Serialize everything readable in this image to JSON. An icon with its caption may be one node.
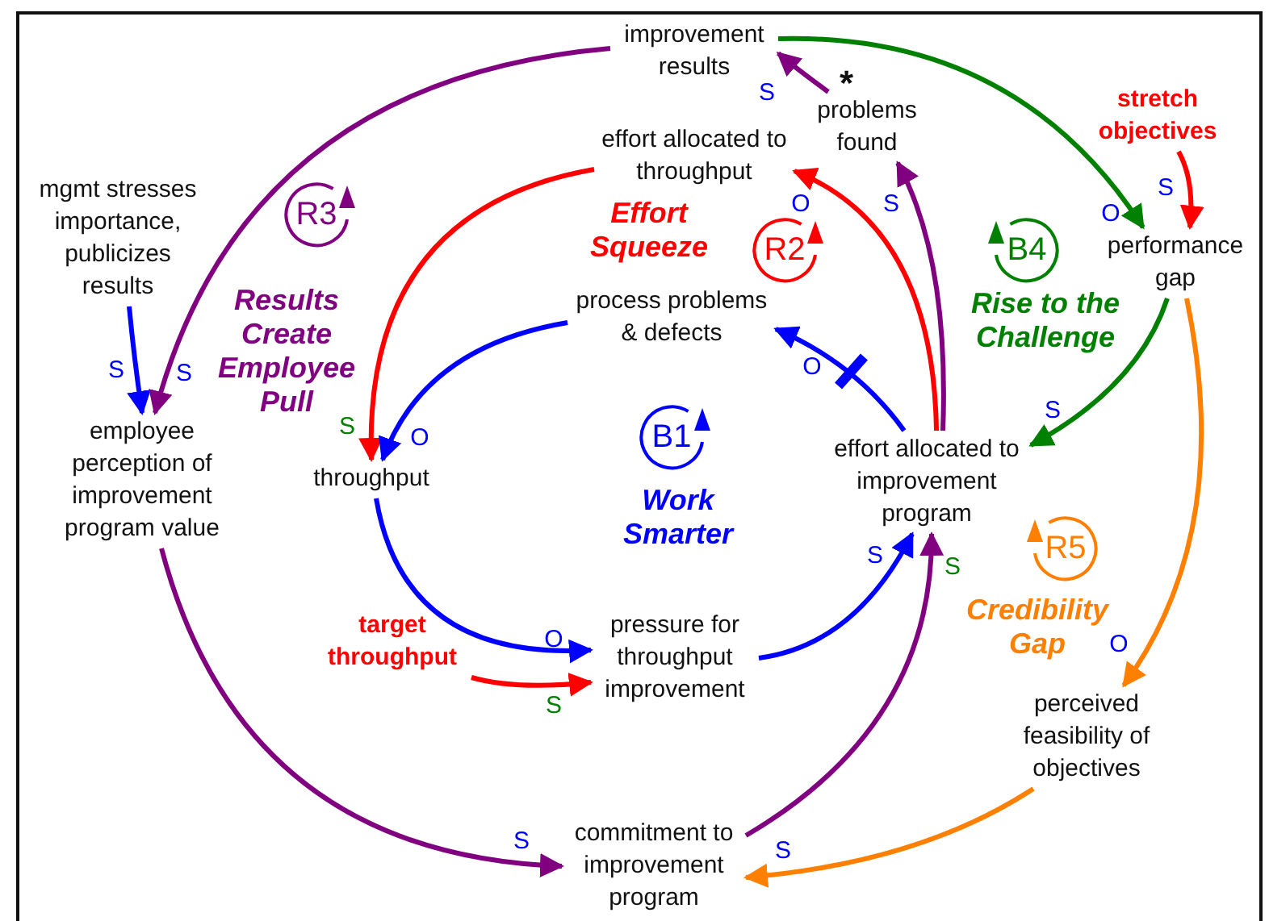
{
  "diagram": {
    "nodes": [
      {
        "text": [
          "improvement results"
        ]
      },
      {
        "text": [
          "problems found"
        ],
        "beside": [
          "*"
        ]
      },
      {
        "text": [
          "effort allocated to throughput"
        ]
      },
      {
        "text": [
          "stretch objectives"
        ]
      },
      {
        "text": [
          "mgmt stresses importance, publicizes results"
        ]
      },
      {
        "text": [
          "performance gap"
        ]
      },
      {
        "text": [
          "process problems & defects"
        ]
      },
      {
        "text": [
          "employee perception of improvement program value"
        ]
      },
      {
        "text": [
          "throughput"
        ]
      },
      {
        "text": [
          "effort allocated to improvement program"
        ]
      },
      {
        "text": [
          "target throughput"
        ]
      },
      {
        "text": [
          "pressure for throughput improvement"
        ]
      },
      {
        "text": [
          "perceived feasibility of objectives"
        ]
      },
      {
        "text": [
          "commitment to improvement program"
        ]
      }
    ],
    "edges": [
      {
        "from": 0,
        "to": 5,
        "arrow": "to",
        "label": "O",
        "color": "#008000"
      },
      {
        "from": 1,
        "to": 0,
        "arrow": "to",
        "label": "S",
        "color": "#800080"
      },
      {
        "from": 9,
        "to": 2,
        "arrow": "to",
        "label": "O",
        "color": "#ff0000"
      },
      {
        "from": 9,
        "to": 1,
        "arrow": "to",
        "label": "S",
        "color": "#800080"
      },
      {
        "from": 3,
        "to": 5,
        "arrow": "to",
        "label": "S",
        "color": "#ff0000"
      },
      {
        "from": 5,
        "to": 9,
        "arrow": "to",
        "label": "S",
        "color": "#008000"
      },
      {
        "from": 5,
        "to": 12,
        "arrow": "to",
        "label": "O",
        "color": "#ff8000"
      },
      {
        "from": 9,
        "to": 6,
        "arrow": "to",
        "label": "O",
        "color": "#0000ff"
      },
      {
        "from": 4,
        "to": 7,
        "arrow": "to",
        "label": "S",
        "color": "#0000ff"
      },
      {
        "from": 0,
        "to": 7,
        "arrow": "to",
        "label": "S",
        "color": "#800080"
      },
      {
        "from": 2,
        "to": 8,
        "arrow": "to",
        "label": "S",
        "color": "#ff0000"
      },
      {
        "from": 6,
        "to": 8,
        "arrow": "to",
        "label": "O",
        "color": "#0000ff"
      },
      {
        "from": 8,
        "to": 11,
        "arrow": "to",
        "label": "O",
        "color": "#0000ff"
      },
      {
        "from": 10,
        "to": 11,
        "arrow": "to",
        "label": "S",
        "color": "#ff0000"
      },
      {
        "from": 11,
        "to": 9,
        "arrow": "to",
        "label": "S",
        "color": "#0000ff"
      },
      {
        "from": 13,
        "to": 9,
        "arrow": "to",
        "label": "S",
        "color": "#800080"
      },
      {
        "from": 7,
        "to": 13,
        "arrow": "to",
        "label": "S",
        "color": "#800080"
      },
      {
        "from": 12,
        "to": 13,
        "arrow": "to",
        "label": "S",
        "color": "#ff8000"
      }
    ],
    "labels": [
      "R3",
      "Effort Squeeze",
      "R2",
      "B4",
      "Results Create Employee Pull",
      "Rise to the Challenge",
      "B1",
      "Work Smarter",
      "R5",
      "Credibility Gap"
    ]
  }
}
